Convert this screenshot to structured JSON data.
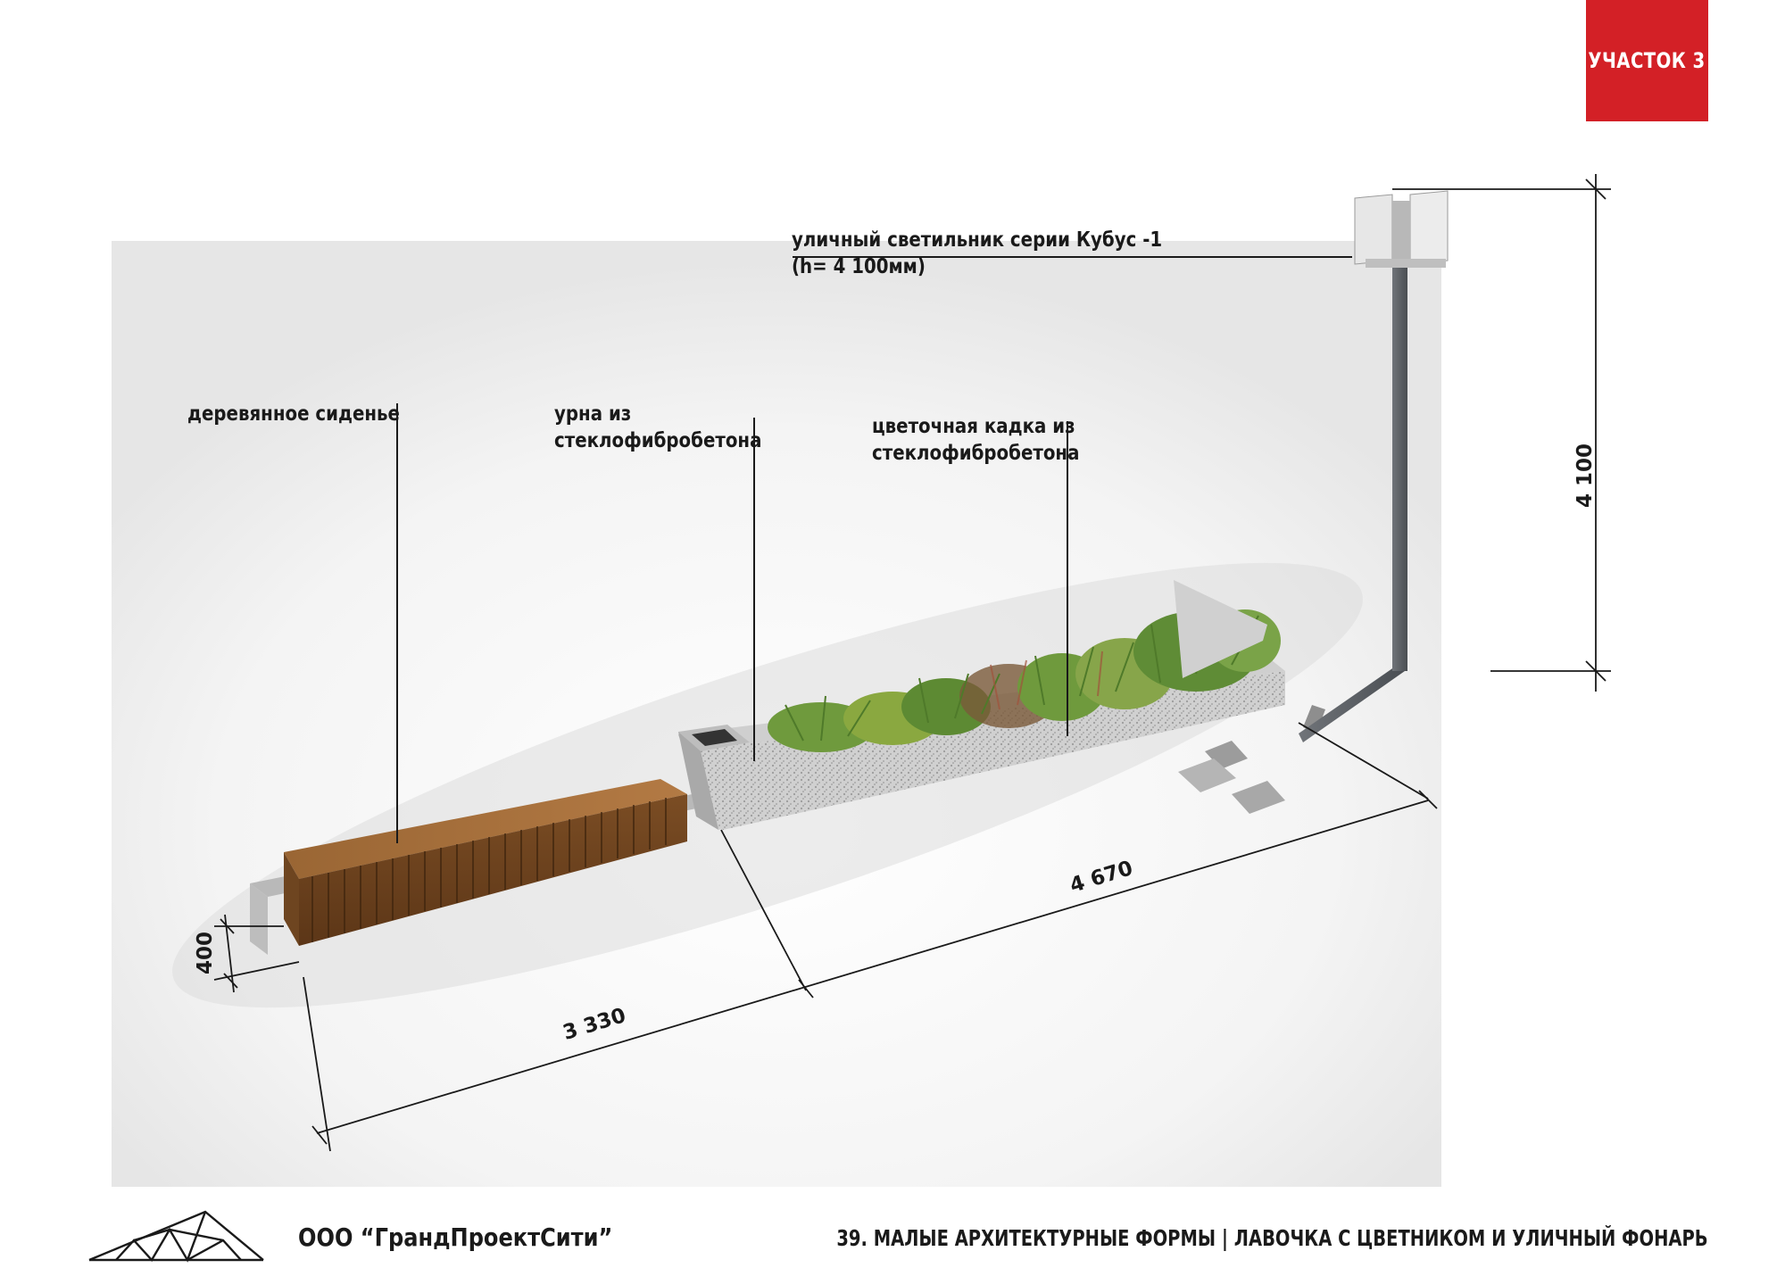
{
  "badge": {
    "label": "УЧАСТОК 3",
    "color": "#d32026"
  },
  "callouts": {
    "lamp": {
      "line1": "уличный светильник серии Кубус -1",
      "line2": "(h= 4 100мм)"
    },
    "seat": {
      "line1": "деревянное сиденье"
    },
    "urn": {
      "line1": "урна из",
      "line2": "стеклофибробетона"
    },
    "planter": {
      "line1": "цветочная кадка из",
      "line2": "стеклофибробетона"
    }
  },
  "dimensions": {
    "height_lamp": "4 100",
    "length_total": "4 670",
    "length_bench": "3 330",
    "height_bench": "400"
  },
  "footer": {
    "company": "ООО “ГрандПроектСити”",
    "title": "39. МАЛЫЕ АРХИТЕКТУРНЫЕ ФОРМЫ | ЛАВОЧКА С ЦВЕТНИКОМ И УЛИЧНЫЙ ФОНАРЬ"
  },
  "colors": {
    "wood": "#8a5a2e",
    "concrete": "#c9c9c9",
    "grass": "#6f9a3d",
    "lamp_pole": "#5e6268"
  },
  "icons": [
    "company-logo-icon"
  ]
}
